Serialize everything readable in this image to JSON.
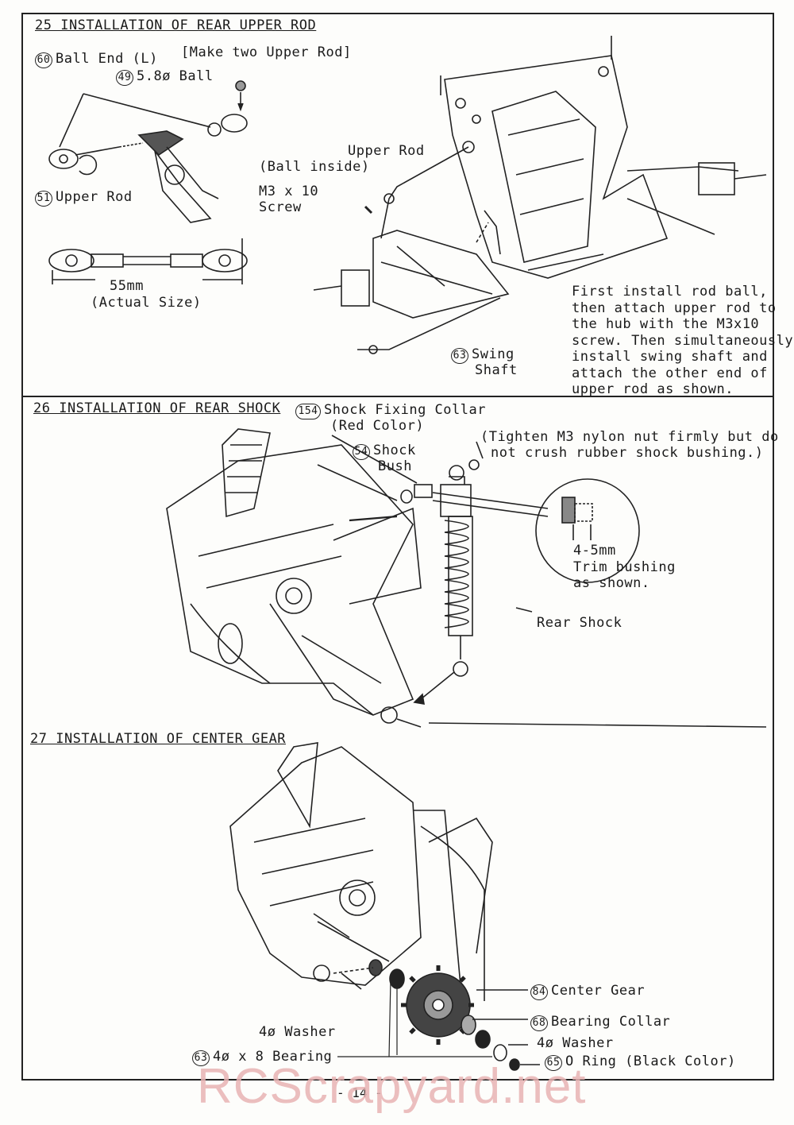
{
  "sections": {
    "s25": {
      "title": "25 INSTALLATION OF REAR UPPER ROD",
      "labels": {
        "ball_end": {
          "num": "60",
          "text": "Ball End (L)"
        },
        "make_two": "[Make two Upper Rod]",
        "ball": {
          "num": "49",
          "text": "5.8ø Ball"
        },
        "upper_rod_left": {
          "num": "51",
          "text": "Upper Rod"
        },
        "size": "55mm",
        "actual": "(Actual Size)",
        "upper_rod": "Upper Rod",
        "ball_inside": "(Ball inside)",
        "screw1": "M3 x 10",
        "screw2": "Screw",
        "swing": {
          "num": "63",
          "text": "Swing"
        },
        "shaft": "Shaft"
      },
      "note": [
        "First install rod ball,",
        "then attach upper rod to",
        "the hub with the M3x10",
        "screw. Then simultaneously",
        "install swing shaft and",
        "attach the other end of",
        "upper rod as shown."
      ]
    },
    "s26": {
      "title": "26 INSTALLATION OF REAR SHOCK",
      "collar": {
        "num": "154",
        "text": "Shock Fixing Collar"
      },
      "collar_color": "(Red Color)",
      "bush": {
        "num": "54",
        "text": "Shock"
      },
      "bush2": "Bush",
      "tighten1": "(Tighten M3 nylon nut firmly but do",
      "tighten2": "not crush rubber shock bushing.)",
      "trim1": "4-5mm",
      "trim2": "Trim bushing",
      "trim3": "as shown.",
      "rear_shock": "Rear Shock"
    },
    "s27": {
      "title": "27 INSTALLATION OF CENTER GEAR",
      "center_gear": {
        "num": "84",
        "text": "Center Gear"
      },
      "bearing_collar": {
        "num": "68",
        "text": "Bearing Collar"
      },
      "washer_right": "4ø Washer",
      "o_ring": {
        "num": "65",
        "text": "O Ring (Black Color)"
      },
      "washer_left": "4ø Washer",
      "bearing": {
        "num": "63",
        "text": "4ø x 8 Bearing"
      }
    }
  },
  "page_number": "- 14 -",
  "watermark": "RCScrapyard.net"
}
